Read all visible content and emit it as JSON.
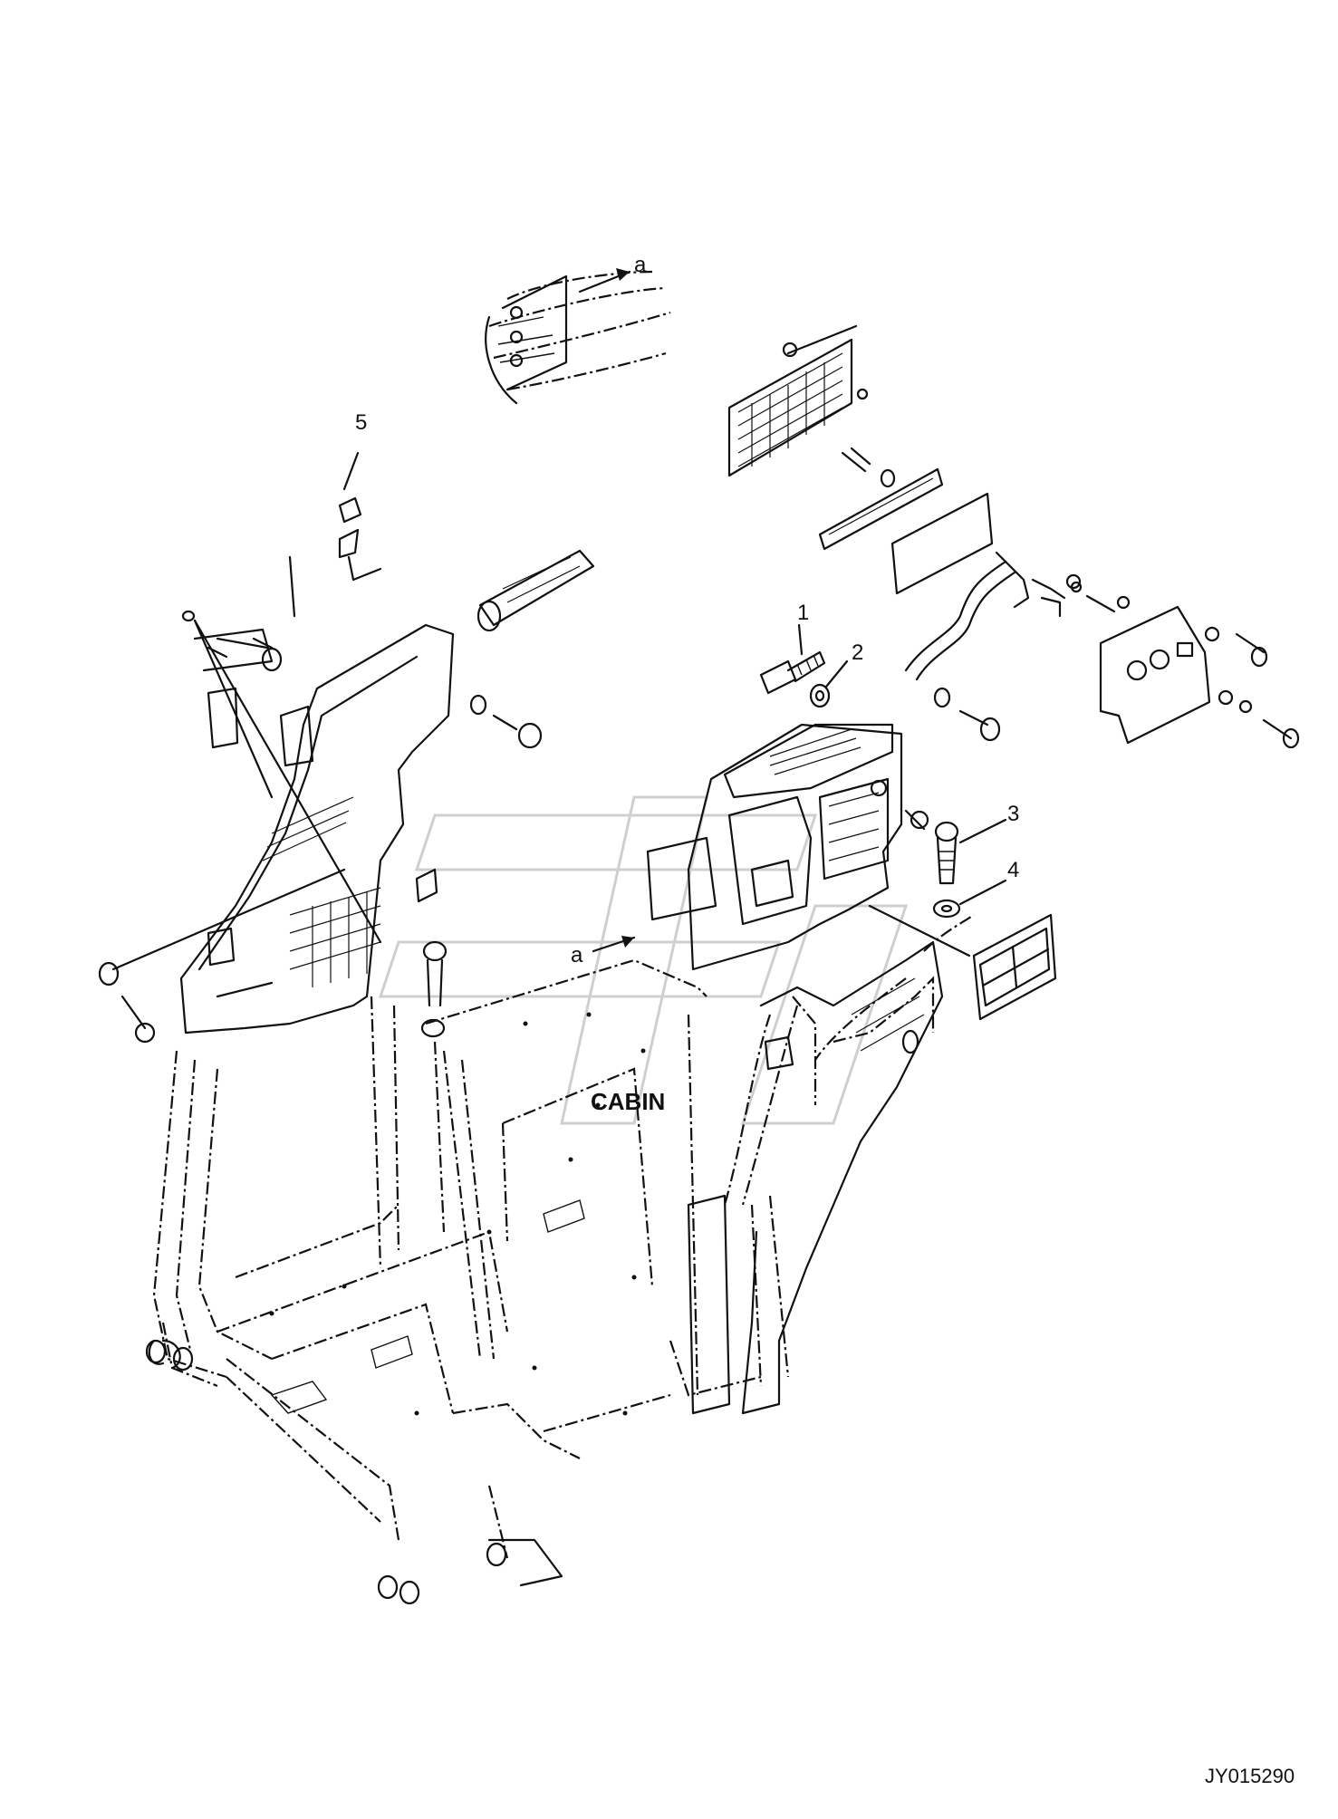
{
  "labels": {
    "cabin": "CABIN",
    "drawing_code": "JY015290"
  },
  "callouts": [
    {
      "id": "1",
      "text": "1"
    },
    {
      "id": "2",
      "text": "2"
    },
    {
      "id": "3",
      "text": "3"
    },
    {
      "id": "4",
      "text": "4"
    },
    {
      "id": "5",
      "text": "5"
    },
    {
      "id": "a-top",
      "text": "a"
    },
    {
      "id": "a-mid",
      "text": "a"
    }
  ],
  "colors": {
    "ink": "#111111",
    "background": "#ffffff",
    "watermark": "#cfcfcf"
  }
}
